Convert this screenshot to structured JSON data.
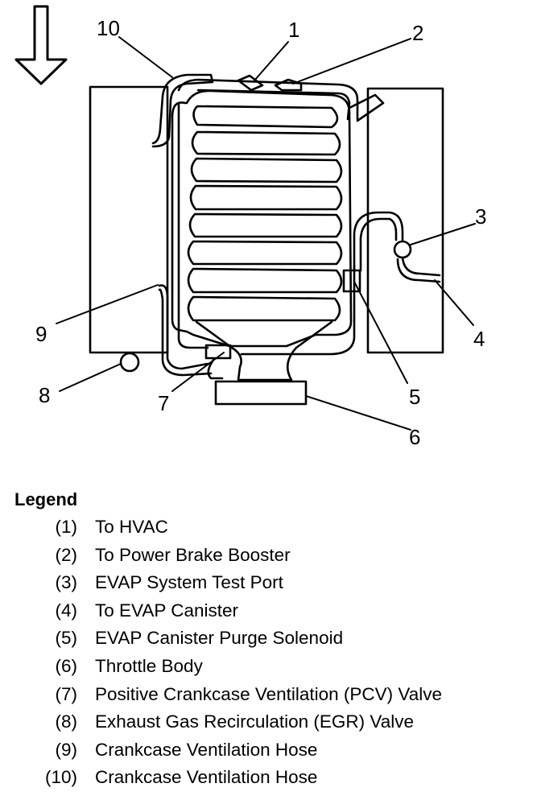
{
  "callouts": [
    {
      "id": "1",
      "text": "1"
    },
    {
      "id": "2",
      "text": "2"
    },
    {
      "id": "3",
      "text": "3"
    },
    {
      "id": "4",
      "text": "4"
    },
    {
      "id": "5",
      "text": "5"
    },
    {
      "id": "6",
      "text": "6"
    },
    {
      "id": "7",
      "text": "7"
    },
    {
      "id": "8",
      "text": "8"
    },
    {
      "id": "9",
      "text": "9"
    },
    {
      "id": "10",
      "text": "10"
    }
  ],
  "legend": {
    "title": "Legend",
    "items": [
      {
        "num": "(1)",
        "label": "To HVAC"
      },
      {
        "num": "(2)",
        "label": "To Power Brake Booster"
      },
      {
        "num": "(3)",
        "label": "EVAP System Test Port"
      },
      {
        "num": "(4)",
        "label": "To EVAP Canister"
      },
      {
        "num": "(5)",
        "label": "EVAP Canister Purge Solenoid"
      },
      {
        "num": "(6)",
        "label": "Throttle Body"
      },
      {
        "num": "(7)",
        "label": "Positive Crankcase Ventilation (PCV) Valve"
      },
      {
        "num": "(8)",
        "label": "Exhaust Gas Recirculation (EGR) Valve"
      },
      {
        "num": "(9)",
        "label": "Crankcase Ventilation Hose"
      },
      {
        "num": "(10)",
        "label": "Crankcase Ventilation Hose"
      }
    ]
  }
}
